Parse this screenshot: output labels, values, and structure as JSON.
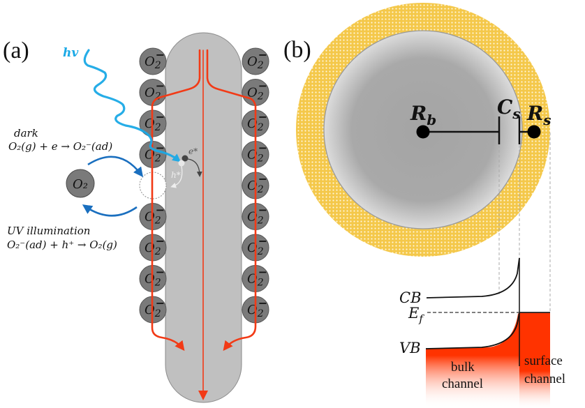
{
  "panel_a": {
    "label": "(a)",
    "photon_label": "hv",
    "dark_title": "dark",
    "dark_reaction": "O₂(g) + e → O₂⁻(ad)",
    "uv_title": "UV illumination",
    "uv_reaction": "O₂⁻(ad) + h⁺ → O₂(g)",
    "gas_molecule_label": "O₂",
    "adsorbed_label_base": "O",
    "adsorbed_label_sub": "2",
    "adsorbed_label_sup": "−",
    "electron_label": "e*",
    "hole_label": "h*",
    "left_column_count": 9,
    "right_column_count": 9,
    "vacant_site_index": 4,
    "colors": {
      "photon": "#1ba9e6",
      "cycle_arrows": "#1a6fbf",
      "current_paths": "#f23a16",
      "nanowire": "#c0c0c0",
      "adsorbate": "#7a7a7a"
    }
  },
  "panel_b": {
    "label": "(b)",
    "bulk_resistor_label": "R",
    "bulk_resistor_sub": "b",
    "capacitor_label": "C",
    "capacitor_sub": "s",
    "surface_resistor_label": "R",
    "surface_resistor_sub": "s",
    "band_labels": {
      "cb": "CB",
      "ef": "E",
      "ef_sub": "f",
      "vb": "VB"
    },
    "bulk_channel_label": [
      "bulk",
      "channel"
    ],
    "surface_channel_label": [
      "surface",
      "channel"
    ],
    "colors": {
      "depletion_shell": "#f2c53d",
      "core": "#a9a9a9",
      "channel_fill": "#ff3300"
    }
  }
}
